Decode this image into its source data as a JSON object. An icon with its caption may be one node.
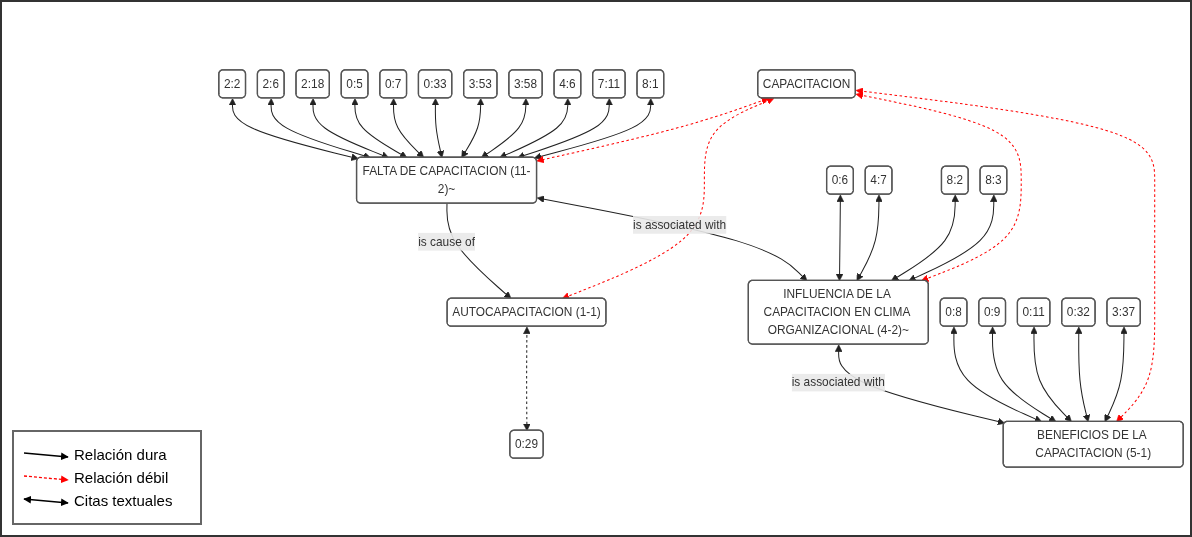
{
  "diagram": {
    "nodes": [
      {
        "text": [
          "AUTOCAPACITACION (1-1)"
        ]
      },
      {
        "text": [
          "0:29"
        ]
      },
      {
        "text": [
          "FALTA DE CAPACITACION (11-2)~"
        ]
      },
      {
        "text": [
          "INFLUENCIA DE LA CAPACITACION EN CLIMA ORGANIZACIONAL (4-2)~"
        ]
      },
      {
        "text": [
          "0:6"
        ]
      },
      {
        "text": [
          "4:7"
        ]
      },
      {
        "text": [
          "8:2"
        ]
      },
      {
        "text": [
          "8:3"
        ]
      },
      {
        "text": [
          "BENEFICIOS DE LA CAPACITACION (5-1)"
        ]
      },
      {
        "text": [
          "2:2"
        ]
      },
      {
        "text": [
          "2:6"
        ]
      },
      {
        "text": [
          "2:18"
        ]
      },
      {
        "text": [
          "0:5"
        ]
      },
      {
        "text": [
          "0:7"
        ]
      },
      {
        "text": [
          "0:33"
        ]
      },
      {
        "text": [
          "3:53"
        ]
      },
      {
        "text": [
          "3:58"
        ]
      },
      {
        "text": [
          "4:6"
        ]
      },
      {
        "text": [
          "7:11"
        ]
      },
      {
        "text": [
          "8:1"
        ]
      },
      {
        "text": [
          "0:8"
        ]
      },
      {
        "text": [
          "0:9"
        ]
      },
      {
        "text": [
          "0:11"
        ]
      },
      {
        "text": [
          "0:32"
        ]
      },
      {
        "text": [
          "3:37"
        ]
      },
      {
        "text": [
          "CAPACITACION"
        ]
      }
    ],
    "edges": [
      {
        "from": 2,
        "to": 0,
        "arrow": "to",
        "label": "is cause of"
      },
      {
        "from": 0,
        "to": 1,
        "arrow": "both",
        "style": "dashed"
      },
      {
        "from": 2,
        "to": 3,
        "arrow": "both",
        "label": "is associated with"
      },
      {
        "from": 3,
        "to": 8,
        "arrow": "both",
        "label": "is associated with"
      },
      {
        "from": 4,
        "to": 3,
        "arrow": "both"
      },
      {
        "from": 5,
        "to": 3,
        "arrow": "both"
      },
      {
        "from": 6,
        "to": 3,
        "arrow": "both"
      },
      {
        "from": 7,
        "to": 3,
        "arrow": "both"
      },
      {
        "from": 9,
        "to": 2,
        "arrow": "both"
      },
      {
        "from": 10,
        "to": 2,
        "arrow": "both"
      },
      {
        "from": 11,
        "to": 2,
        "arrow": "both"
      },
      {
        "from": 12,
        "to": 2,
        "arrow": "both"
      },
      {
        "from": 13,
        "to": 2,
        "arrow": "both"
      },
      {
        "from": 14,
        "to": 2,
        "arrow": "both"
      },
      {
        "from": 15,
        "to": 2,
        "arrow": "both"
      },
      {
        "from": 16,
        "to": 2,
        "arrow": "both"
      },
      {
        "from": 17,
        "to": 2,
        "arrow": "both"
      },
      {
        "from": 18,
        "to": 2,
        "arrow": "both"
      },
      {
        "from": 19,
        "to": 2,
        "arrow": "both"
      },
      {
        "from": 20,
        "to": 8,
        "arrow": "both"
      },
      {
        "from": 21,
        "to": 8,
        "arrow": "both"
      },
      {
        "from": 22,
        "to": 8,
        "arrow": "both"
      },
      {
        "from": 23,
        "to": 8,
        "arrow": "both"
      },
      {
        "from": 24,
        "to": 8,
        "arrow": "both"
      },
      {
        "from": 25,
        "to": 2,
        "arrow": "both",
        "style": "dashed",
        "color": "#ff0000"
      },
      {
        "from": 25,
        "to": 0,
        "arrow": "both",
        "style": "dashed",
        "color": "#ff0000"
      },
      {
        "from": 25,
        "to": 3,
        "arrow": "both",
        "style": "dashed",
        "color": "#ff0000"
      },
      {
        "from": 25,
        "to": 8,
        "arrow": "both",
        "style": "dashed",
        "color": "#ff0000"
      }
    ],
    "legend": [
      {
        "text": "Relación dura"
      },
      {
        "text": "Relación débil"
      },
      {
        "text": "Citas textuales"
      }
    ]
  }
}
